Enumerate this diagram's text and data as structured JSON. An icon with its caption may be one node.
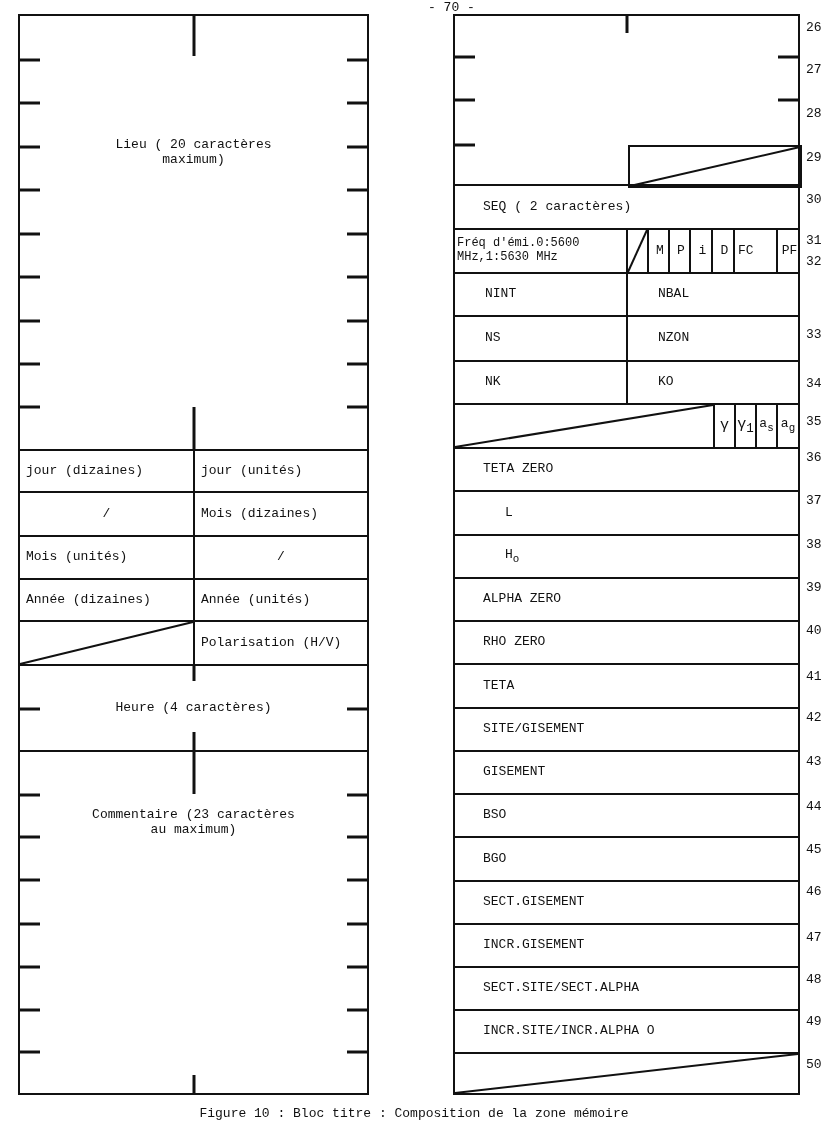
{
  "diagram": {
    "caption": "Figure 10 : Bloc titre : Composition de la zone mémoire",
    "nodes": [
      {
        "text": [
          "Lieu ( 20 caractères maximum)"
        ]
      },
      {
        "text": [
          "jour (dizaines)"
        ]
      },
      {
        "text": [
          "jour (unités)"
        ]
      },
      {
        "text": [
          "/"
        ]
      },
      {
        "text": [
          "Mois (dizaines)"
        ]
      },
      {
        "text": [
          "Mois (unités)"
        ]
      },
      {
        "text": [
          "/"
        ]
      },
      {
        "text": [
          "Année (dizaines)"
        ]
      },
      {
        "text": [
          "Année (unités)"
        ]
      },
      {
        "text": [],
        "shape": "box"
      },
      {
        "text": [
          "Polarisation (H/V)"
        ]
      },
      {
        "text": [
          "Heure (4 caractères)"
        ]
      },
      {
        "text": [
          "Commentaire (23 caractères au maximum)"
        ]
      },
      {
        "text": [],
        "shape": "box"
      },
      {
        "text": [],
        "shape": "box",
        "in": 13
      },
      {
        "text": [
          "SEQ ( 2 caractères)"
        ]
      },
      {
        "text": [
          "Fréq d'émi.0:5600 MHz,1:5630 MHz"
        ]
      },
      {
        "text": [],
        "shape": "box"
      },
      {
        "text": [
          "M"
        ]
      },
      {
        "text": [
          "P"
        ]
      },
      {
        "text": [
          "i"
        ]
      },
      {
        "text": [
          "D"
        ]
      },
      {
        "text": [
          "FC"
        ]
      },
      {
        "text": [
          "PF"
        ]
      },
      {
        "text": [
          "NINT"
        ]
      },
      {
        "text": [
          "NBAL"
        ]
      },
      {
        "text": [
          "NS"
        ]
      },
      {
        "text": [
          "NZON"
        ]
      },
      {
        "text": [
          "NK"
        ]
      },
      {
        "text": [
          "KO"
        ]
      },
      {
        "text": [],
        "shape": "box"
      },
      {
        "text": [
          "γ"
        ]
      },
      {
        "text": [
          "γ$_{1}$"
        ]
      },
      {
        "text": [
          "a$_{s}$"
        ]
      },
      {
        "text": [
          "a$_{g}$"
        ]
      },
      {
        "text": [
          "TETA ZERO"
        ]
      },
      {
        "text": [
          "L"
        ]
      },
      {
        "text": [
          "H$_{o}$"
        ]
      },
      {
        "text": [
          "ALPHA ZERO"
        ]
      },
      {
        "text": [
          "RHO ZERO"
        ]
      },
      {
        "text": [
          "TETA"
        ]
      },
      {
        "text": [
          "SITE/GISEMENT"
        ]
      },
      {
        "text": [
          "GISEMENT"
        ]
      },
      {
        "text": [
          "BSO"
        ]
      },
      {
        "text": [
          "BGO"
        ]
      },
      {
        "text": [
          "SECT.GISEMENT"
        ]
      },
      {
        "text": [
          "INCR.GISEMENT"
        ]
      },
      {
        "text": [
          "SECT.SITE/SECT.ALPHA"
        ]
      },
      {
        "text": [
          "INCR.SITE/INCR.ALPHA O"
        ]
      },
      {
        "text": [],
        "shape": "box"
      }
    ],
    "labels": [
      "- 70 -",
      "26",
      "27",
      "28",
      "29",
      "30",
      "31",
      "32",
      "33",
      "34",
      "35",
      "36",
      "37",
      "38",
      "39",
      "40",
      "41",
      "42",
      "43",
      "44",
      "45",
      "46",
      "47",
      "48",
      "49",
      "50"
    ]
  }
}
